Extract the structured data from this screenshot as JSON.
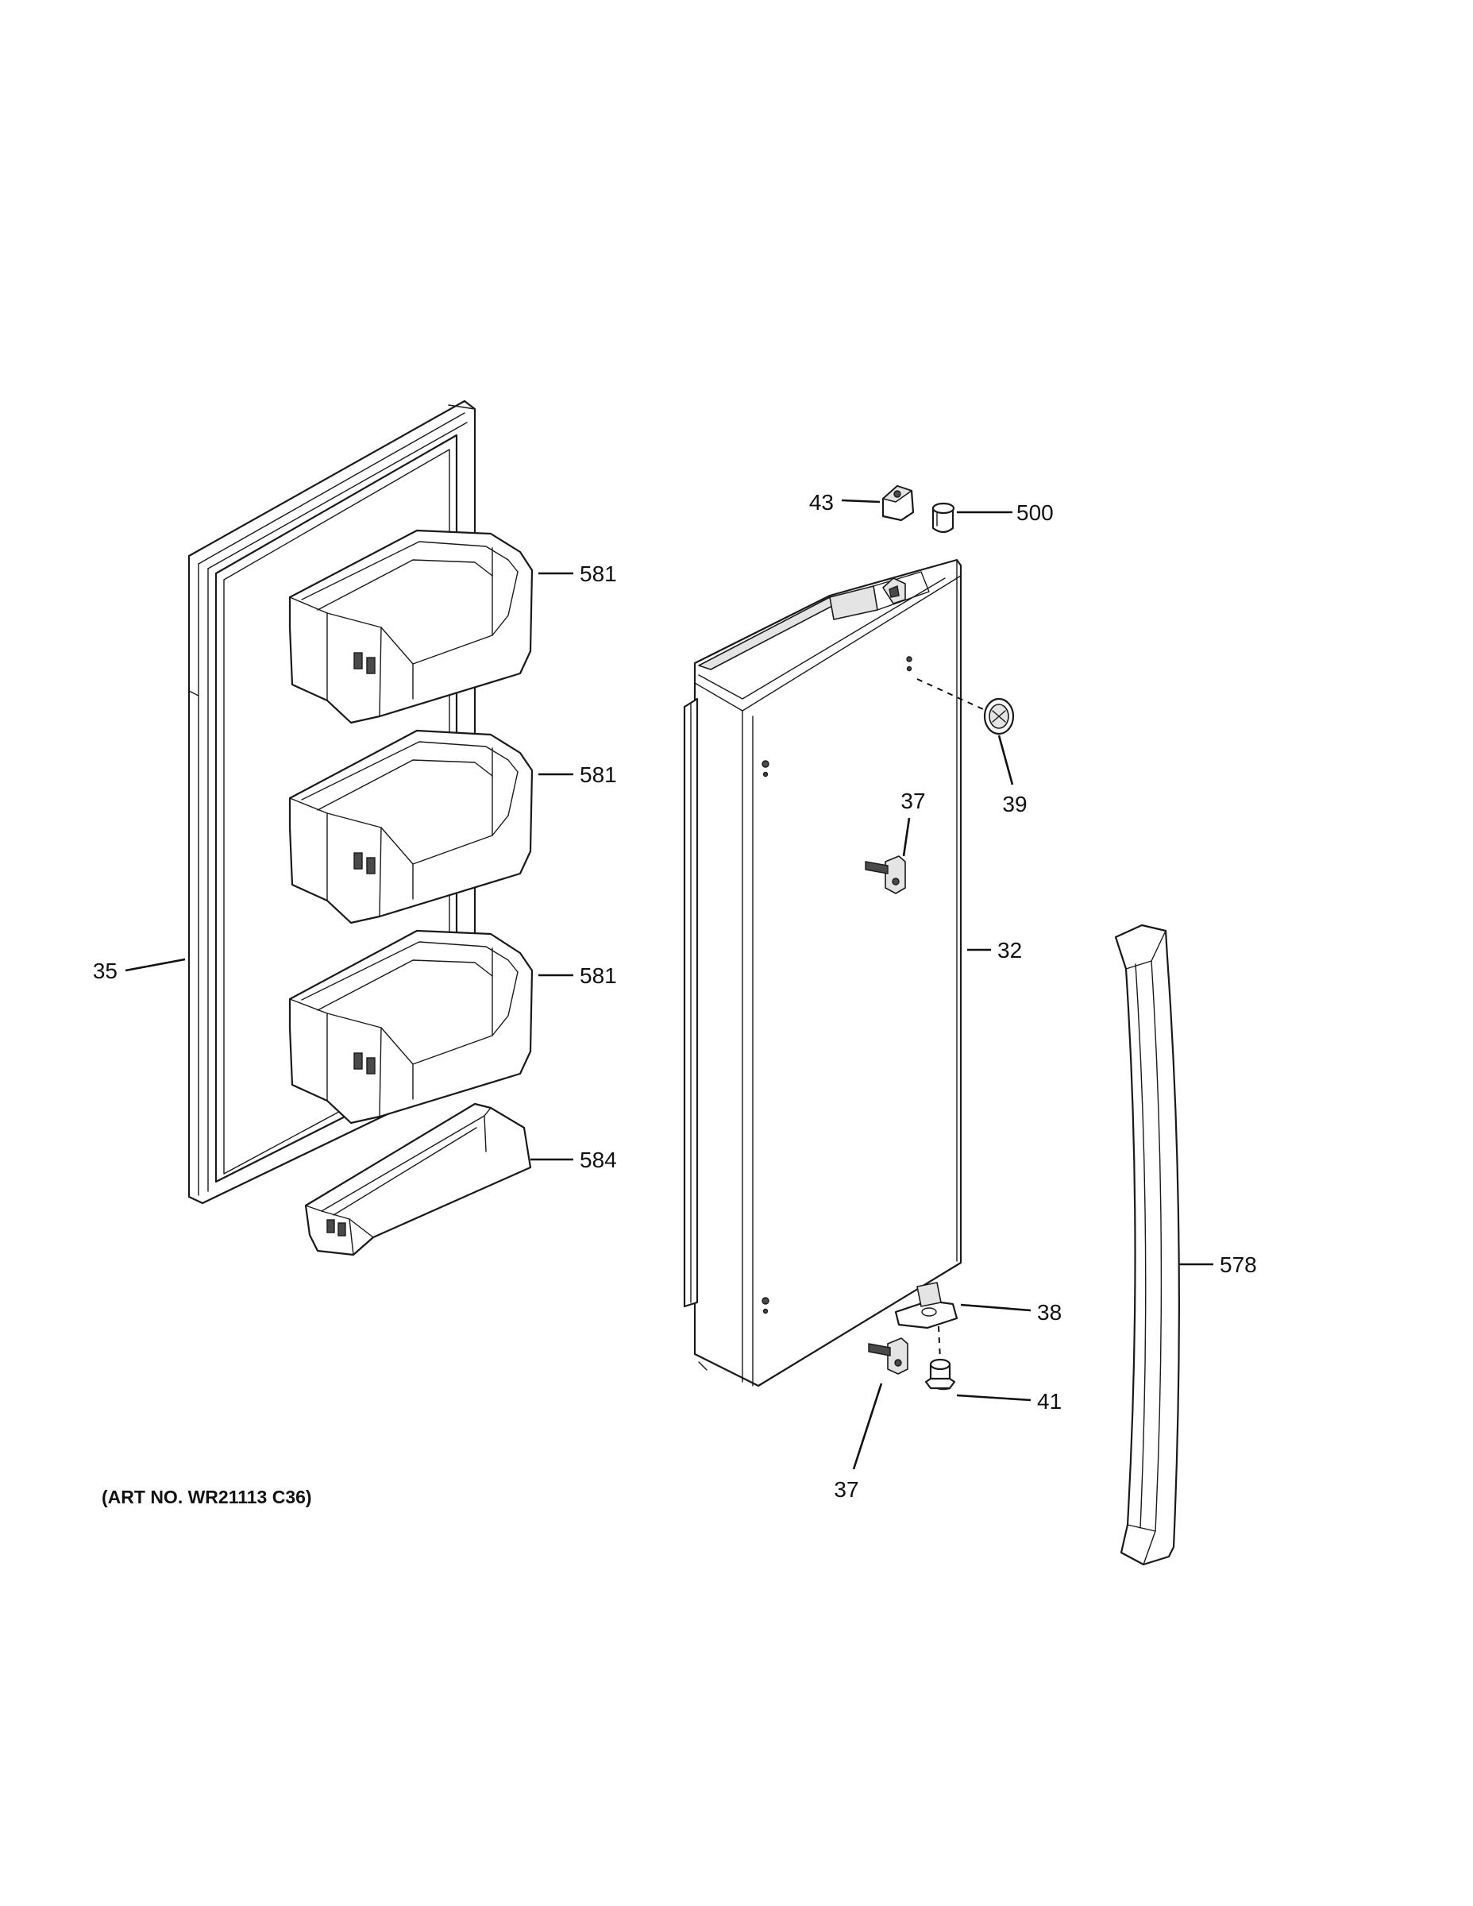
{
  "art_number": "(ART NO. WR21113 C36)",
  "callouts": {
    "c43": "43",
    "c500": "500",
    "c581_top": "581",
    "c581_mid": "581",
    "c581_low": "581",
    "c584": "584",
    "c35": "35",
    "c39": "39",
    "c37_upper": "37",
    "c37_lower": "37",
    "c32": "32",
    "c578": "578",
    "c38": "38",
    "c41": "41"
  }
}
